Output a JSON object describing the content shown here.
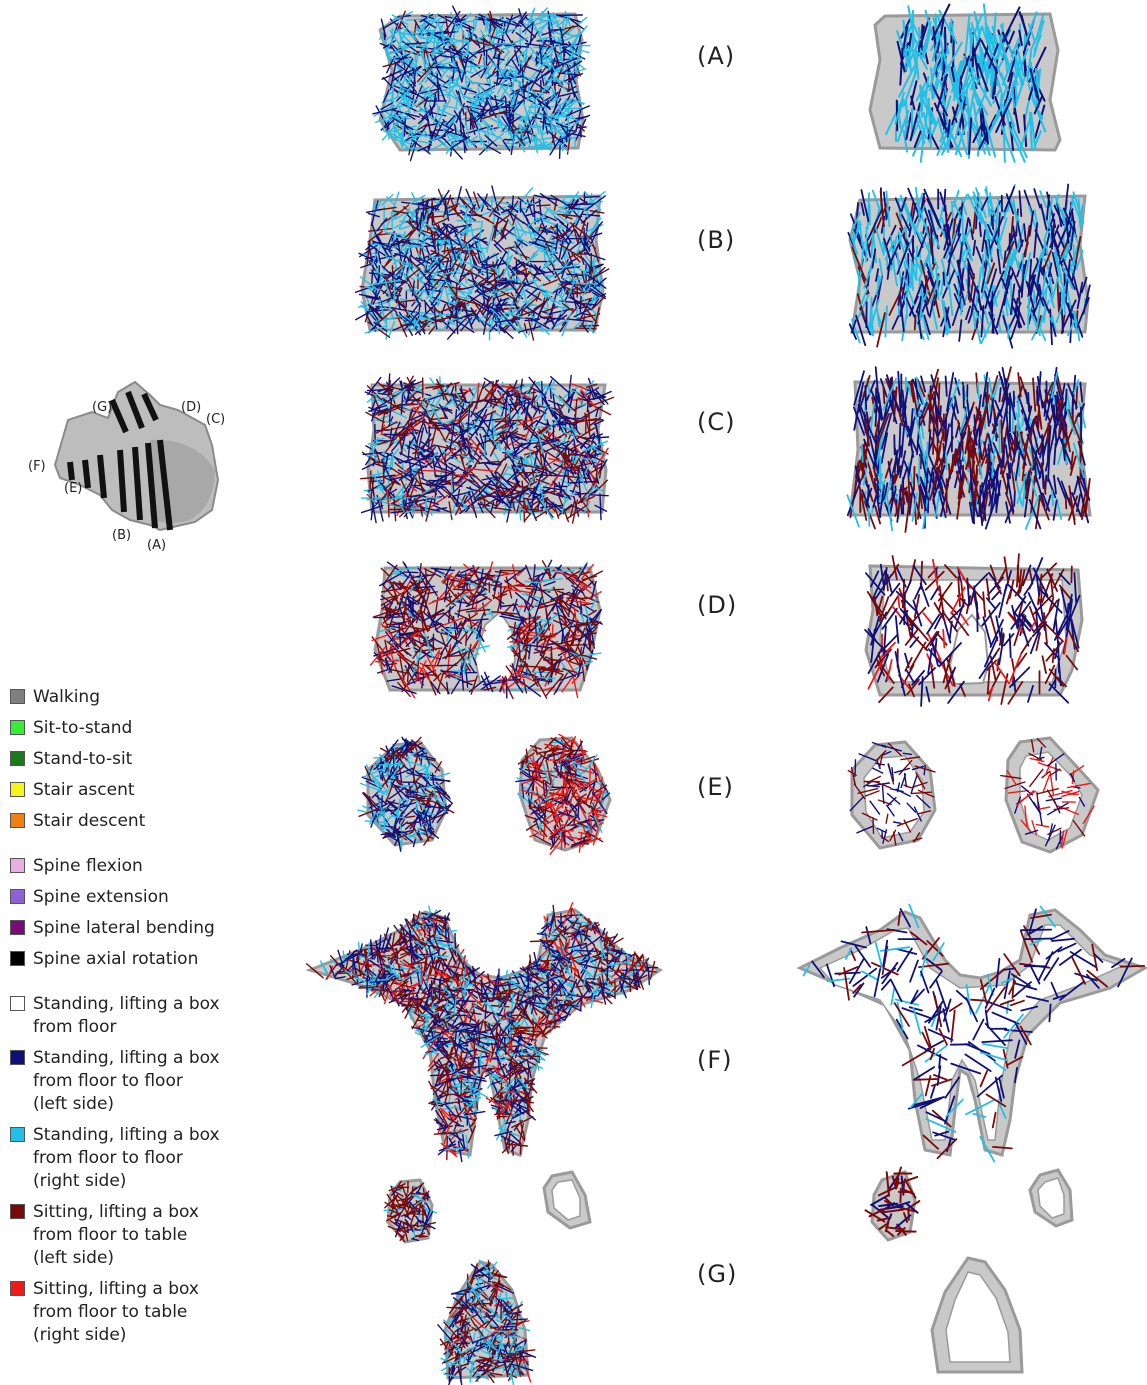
{
  "sections": [
    {
      "id": "A",
      "label": "(A)"
    },
    {
      "id": "B",
      "label": "(B)"
    },
    {
      "id": "C",
      "label": "(C)"
    },
    {
      "id": "D",
      "label": "(D)"
    },
    {
      "id": "E",
      "label": "(E)"
    },
    {
      "id": "F",
      "label": "(F)"
    },
    {
      "id": "G",
      "label": "(G)"
    }
  ],
  "thumbnail_labels": [
    "(G)",
    "(D)",
    "(C)",
    "(F)",
    "(E)",
    "(B)",
    "(A)"
  ],
  "legend": [
    {
      "label": "Walking",
      "color": "#808080"
    },
    {
      "label": "Sit-to-stand",
      "color": "#33ee33"
    },
    {
      "label": "Stand-to-sit",
      "color": "#1a7a1a"
    },
    {
      "label": "Stair ascent",
      "color": "#f5f51a"
    },
    {
      "label": "Stair descent",
      "color": "#f08010"
    },
    {
      "label": "Spine flexion",
      "color": "#e8b0e0"
    },
    {
      "label": "Spine extension",
      "color": "#9060d8"
    },
    {
      "label": "Spine lateral bending",
      "color": "#7a0a7a"
    },
    {
      "label": "Spine axial rotation",
      "color": "#000000"
    },
    {
      "label": "Standing, lifting a box\nfrom floor",
      "color": "#ffffff"
    },
    {
      "label": "Standing, lifting a box\nfrom floor to floor\n(left side)",
      "color": "#10107a"
    },
    {
      "label": "Standing, lifting a box\nfrom floor to floor\n(right side)",
      "color": "#20c0e8"
    },
    {
      "label": "Sitting, lifting a box\nfrom floor to table\n(left side)",
      "color": "#7a0a0a"
    },
    {
      "label": "Sitting, lifting a box\nfrom floor to table\n(right side)",
      "color": "#ee1a1a"
    }
  ],
  "colors": {
    "bone": "#c9c9c9",
    "bone_dark": "#9a9a9a",
    "navy": "#10107a",
    "cyan": "#20c0e8",
    "darkred": "#7a0a0a",
    "red": "#ee1a1a"
  }
}
